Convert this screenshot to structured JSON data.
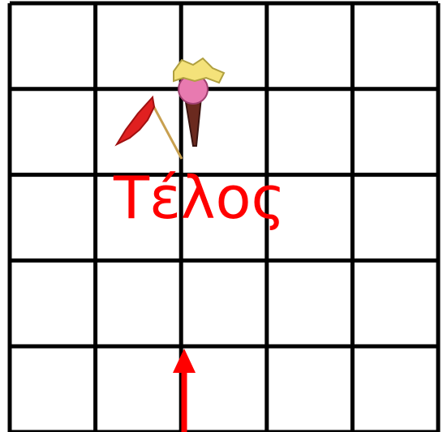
{
  "board": {
    "rows": 5,
    "columns": 5
  },
  "labels": {
    "end": "Τέλος"
  },
  "pieces": [
    {
      "name": "ice-cream-cone",
      "row": 1,
      "column": 3
    },
    {
      "name": "red-flag",
      "row": 2,
      "column": 2
    }
  ],
  "start_arrow": {
    "direction": "up",
    "column_line": 3
  },
  "colors": {
    "grid": "#000000",
    "label": "#ff0000",
    "arrow": "#ff0000",
    "flag": "#e02020",
    "cone": "#6b2a1f",
    "scoop": "#e87ab0",
    "topping": "#f4e27a"
  }
}
